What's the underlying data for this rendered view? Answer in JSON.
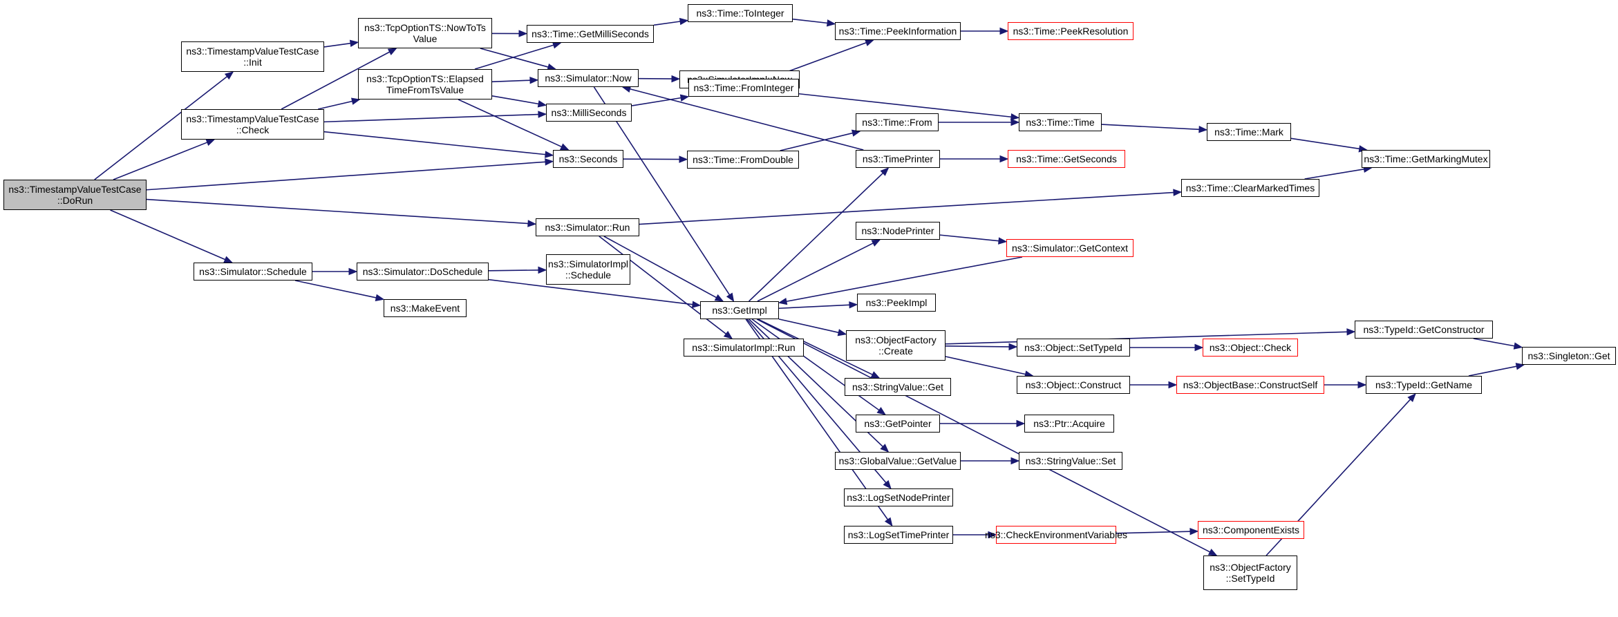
{
  "colors": {
    "edge": "#191970",
    "node_border": "#000000",
    "truncated_border": "#ff0000",
    "root_fill": "#bfbfbf",
    "node_fill": "#ffffff"
  },
  "nodes": [
    {
      "id": "dorun",
      "label": "ns3::TimestampValueTestCase\n::DoRun",
      "root": true
    },
    {
      "id": "init",
      "label": "ns3::TimestampValueTestCase\n::Init"
    },
    {
      "id": "check",
      "label": "ns3::TimestampValueTestCase\n::Check"
    },
    {
      "id": "schedule",
      "label": "ns3::Simulator::Schedule"
    },
    {
      "id": "nowtots",
      "label": "ns3::TcpOptionTS::NowToTs\nValue"
    },
    {
      "id": "elapsed",
      "label": "ns3::TcpOptionTS::Elapsed\nTimeFromTsValue"
    },
    {
      "id": "doschedule",
      "label": "ns3::Simulator::DoSchedule"
    },
    {
      "id": "makeevent",
      "label": "ns3::MakeEvent"
    },
    {
      "id": "getmilli",
      "label": "ns3::Time::GetMilliSeconds"
    },
    {
      "id": "simnow",
      "label": "ns3::Simulator::Now"
    },
    {
      "id": "millisec",
      "label": "ns3::MilliSeconds"
    },
    {
      "id": "seconds",
      "label": "ns3::Seconds"
    },
    {
      "id": "simrun",
      "label": "ns3::Simulator::Run"
    },
    {
      "id": "implsched",
      "label": "ns3::SimulatorImpl\n::Schedule"
    },
    {
      "id": "toint",
      "label": "ns3::Time::ToInteger"
    },
    {
      "id": "implnow",
      "label": "ns3::SimulatorImpl::Now"
    },
    {
      "id": "fromint",
      "label": "ns3::Time::FromInteger"
    },
    {
      "id": "fromdouble",
      "label": "ns3::Time::FromDouble"
    },
    {
      "id": "getimpl",
      "label": "ns3::GetImpl"
    },
    {
      "id": "implrun",
      "label": "ns3::SimulatorImpl::Run"
    },
    {
      "id": "peekinfo",
      "label": "ns3::Time::PeekInformation"
    },
    {
      "id": "timefrom",
      "label": "ns3::Time::From"
    },
    {
      "id": "timeprinter",
      "label": "ns3::TimePrinter"
    },
    {
      "id": "nodeprinter",
      "label": "ns3::NodePrinter"
    },
    {
      "id": "peekimpl",
      "label": "ns3::PeekImpl"
    },
    {
      "id": "ofcreate",
      "label": "ns3::ObjectFactory\n::Create"
    },
    {
      "id": "svget",
      "label": "ns3::StringValue::Get"
    },
    {
      "id": "getpointer",
      "label": "ns3::GetPointer"
    },
    {
      "id": "gvgetvalue",
      "label": "ns3::GlobalValue::GetValue"
    },
    {
      "id": "lognode",
      "label": "ns3::LogSetNodePrinter"
    },
    {
      "id": "logtime",
      "label": "ns3::LogSetTimePrinter"
    },
    {
      "id": "peekres",
      "label": "ns3::Time::PeekResolution",
      "truncated": true
    },
    {
      "id": "timetime",
      "label": "ns3::Time::Time"
    },
    {
      "id": "getseconds",
      "label": "ns3::Time::GetSeconds",
      "truncated": true
    },
    {
      "id": "getcontext",
      "label": "ns3::Simulator::GetContext",
      "truncated": true
    },
    {
      "id": "settypeid",
      "label": "ns3::Object::SetTypeId"
    },
    {
      "id": "objconstruct",
      "label": "ns3::Object::Construct"
    },
    {
      "id": "ptracquire",
      "label": "ns3::Ptr::Acquire"
    },
    {
      "id": "svset",
      "label": "ns3::StringValue::Set"
    },
    {
      "id": "checkenv",
      "label": "ns3::CheckEnvironmentVariables",
      "truncated": true
    },
    {
      "id": "ofsettypeid",
      "label": "ns3::ObjectFactory\n::SetTypeId"
    },
    {
      "id": "clearmarked",
      "label": "ns3::Time::ClearMarkedTimes"
    },
    {
      "id": "objcheck",
      "label": "ns3::Object::Check",
      "truncated": true
    },
    {
      "id": "constructself",
      "label": "ns3::ObjectBase::ConstructSelf",
      "truncated": true
    },
    {
      "id": "compexists",
      "label": "ns3::ComponentExists",
      "truncated": true
    },
    {
      "id": "timemark",
      "label": "ns3::Time::Mark"
    },
    {
      "id": "getctor",
      "label": "ns3::TypeId::GetConstructor"
    },
    {
      "id": "getname",
      "label": "ns3::TypeId::GetName"
    },
    {
      "id": "getmarkingmutex",
      "label": "ns3::Time::GetMarkingMutex"
    },
    {
      "id": "singletonget",
      "label": "ns3::Singleton::Get"
    }
  ],
  "edges": [
    [
      "dorun",
      "init"
    ],
    [
      "dorun",
      "check"
    ],
    [
      "dorun",
      "seconds"
    ],
    [
      "dorun",
      "simrun"
    ],
    [
      "dorun",
      "schedule"
    ],
    [
      "init",
      "nowtots"
    ],
    [
      "check",
      "nowtots"
    ],
    [
      "check",
      "elapsed"
    ],
    [
      "check",
      "millisec"
    ],
    [
      "check",
      "seconds"
    ],
    [
      "nowtots",
      "getmilli"
    ],
    [
      "nowtots",
      "simnow"
    ],
    [
      "elapsed",
      "getmilli"
    ],
    [
      "elapsed",
      "simnow"
    ],
    [
      "elapsed",
      "millisec"
    ],
    [
      "elapsed",
      "seconds"
    ],
    [
      "schedule",
      "doschedule"
    ],
    [
      "schedule",
      "makeevent"
    ],
    [
      "doschedule",
      "implsched"
    ],
    [
      "doschedule",
      "getimpl"
    ],
    [
      "getmilli",
      "toint"
    ],
    [
      "simnow",
      "implnow"
    ],
    [
      "simnow",
      "getimpl"
    ],
    [
      "millisec",
      "fromint"
    ],
    [
      "seconds",
      "fromdouble"
    ],
    [
      "simrun",
      "getimpl"
    ],
    [
      "simrun",
      "implrun"
    ],
    [
      "simrun",
      "clearmarked"
    ],
    [
      "toint",
      "peekinfo"
    ],
    [
      "fromint",
      "peekinfo"
    ],
    [
      "fromint",
      "timetime"
    ],
    [
      "fromdouble",
      "timefrom"
    ],
    [
      "peekinfo",
      "peekres"
    ],
    [
      "timefrom",
      "timetime"
    ],
    [
      "timeprinter",
      "simnow"
    ],
    [
      "timeprinter",
      "getseconds"
    ],
    [
      "getimpl",
      "timeprinter"
    ],
    [
      "getimpl",
      "nodeprinter"
    ],
    [
      "getimpl",
      "peekimpl"
    ],
    [
      "getimpl",
      "ofcreate"
    ],
    [
      "getimpl",
      "svget"
    ],
    [
      "getimpl",
      "getpointer"
    ],
    [
      "getimpl",
      "gvgetvalue"
    ],
    [
      "getimpl",
      "lognode"
    ],
    [
      "getimpl",
      "logtime"
    ],
    [
      "getimpl",
      "ofsettypeid"
    ],
    [
      "nodeprinter",
      "getcontext"
    ],
    [
      "getcontext",
      "getimpl"
    ],
    [
      "ofcreate",
      "getctor"
    ],
    [
      "ofcreate",
      "settypeid"
    ],
    [
      "ofcreate",
      "objconstruct"
    ],
    [
      "settypeid",
      "objcheck"
    ],
    [
      "objconstruct",
      "constructself"
    ],
    [
      "constructself",
      "getname"
    ],
    [
      "getpointer",
      "ptracquire"
    ],
    [
      "gvgetvalue",
      "svset"
    ],
    [
      "logtime",
      "checkenv"
    ],
    [
      "checkenv",
      "compexists"
    ],
    [
      "ofsettypeid",
      "getname"
    ],
    [
      "timetime",
      "timemark"
    ],
    [
      "timemark",
      "getmarkingmutex"
    ],
    [
      "clearmarked",
      "getmarkingmutex"
    ],
    [
      "getctor",
      "singletonget"
    ],
    [
      "getname",
      "singletonget"
    ]
  ]
}
